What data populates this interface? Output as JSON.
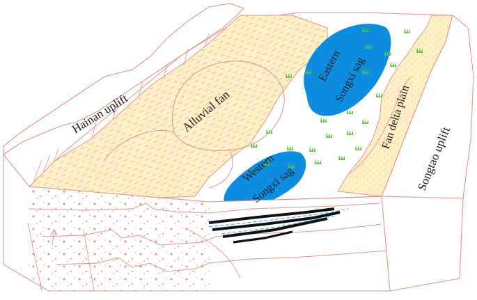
{
  "labels": {
    "hainan_uplift": "Hainan uplift",
    "alluvial_fan": "Alluvial fan",
    "eastern_sag_line1": "Eastern",
    "eastern_sag_line2": "Songxi sag",
    "western_sag_line1": "Western",
    "western_sag_line2": "Songxi sag",
    "fan_delta_plain": "Fan delta plain",
    "songtao_uplift": "Songtao uplift"
  },
  "colors": {
    "fan_fill": "#fdf0c4",
    "outline": "#e8928c",
    "water": "#0d8de0",
    "grass": "#5cc23a",
    "coal": "#111111",
    "dash_line": "#2aa6d6",
    "background": "#ffffff"
  },
  "icons": {
    "vegetation": "grass-tuft-icon"
  }
}
